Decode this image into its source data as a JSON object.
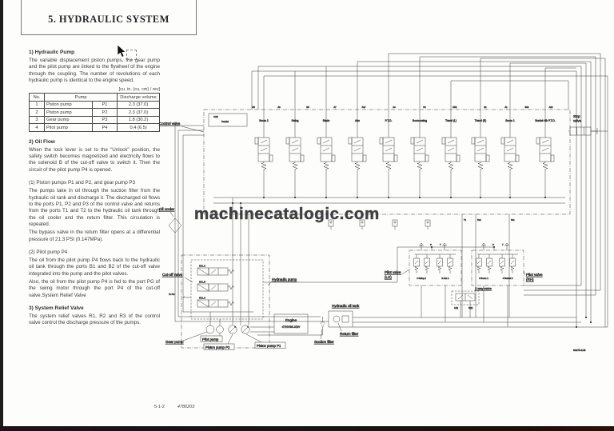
{
  "page": {
    "title": "5. HYDRAULIC SYSTEM",
    "watermark": "machinecatalogic.com",
    "footer": {
      "page_number": "5-1-2",
      "doc_number": "4780203"
    }
  },
  "hydraulic_pump_section": {
    "heading": "1) Hydraulic Pump",
    "body": "The variable displacement piston pumps, the gear pump and the pilot pump are linked to the flywheel of the engine through the coupling. The number of revolutions of each hydraulic pump is identical to the engine speed.",
    "table_caption": "[cu. in. (cu. cm) / rev]"
  },
  "pump_table": {
    "headers": {
      "no": "No.",
      "pump": "Pump",
      "discharge": "Discharge volume"
    },
    "rows": [
      {
        "no": "1",
        "name": "Piston pump",
        "code": "P1",
        "volume": "2.3 (37.0)"
      },
      {
        "no": "2",
        "name": "Piston pump",
        "code": "P2",
        "volume": "2.3 (37.0)"
      },
      {
        "no": "3",
        "name": "Gear pump",
        "code": "P3",
        "volume": "1.8 (30.2)"
      },
      {
        "no": "4",
        "name": "Pilot pump",
        "code": "P4",
        "volume": "0.4 (6.5)"
      }
    ]
  },
  "oil_flow_section": {
    "heading": "2) Oil Flow",
    "body": "When the lock lever is set to the \"Unlock\" position, the safety switch becomes magnetized and electricity flows to the solenoid B of the cut-off valve to switch it. Then the circuit of the pilot pump P4 is opened.",
    "sub1_heading": "(1) Piston pumps P1 and P2, and gear pump P3",
    "sub1_body1": "The pumps take in oil through the suction filter from the hydraulic oil tank and discharge it. The discharged oil flows to the ports P1, P2 and P3 of the control valve and returns from the ports T1 and T2 to the hydraulic oil tank through the oil cooler and the return filter. This circulation is repeated.",
    "sub1_body2": "The bypass valve in the return filter opens at a differential pressure of 21.3 PSI (0.147MPa).",
    "sub2_heading": "(2) Pilot pump P4",
    "sub2_body1": "The oil from the pilot pump P4 flows back to the hydraulic oil tank through the ports B1 and B2 of the cut-off valve integrated into the pump and the pilot valves.",
    "sub2_body2": "Also, the oil from the pilot pump P4 is fed to the port PG of the swing motor through the port P4 of the cut-off valve.System Relief Valve"
  },
  "relief_section": {
    "heading": "3) System Relief Valve",
    "body": "The system relief valves R1, R2 and R3 of the control valve control the discharge pressure of the pumps."
  },
  "diagram": {
    "labels": {
      "control_valve": "Control valve",
      "oil_cooler": "Oil cooler",
      "cut_off_valve": "Cut-off valve",
      "to_pg": "To PG",
      "sol_c": "SOL.C",
      "sol_b": "SOL.B",
      "sol_a": "SOL.A",
      "hydraulic_pump": "Hydraulic pump",
      "gear_pump": "Gear pump",
      "pilot_pump": "Pilot pump",
      "piston_pump_p2": "Piston pump P2",
      "piston_pump_p1": "Piston pump P1",
      "engine_line1": "Engine",
      "engine_line2": "4TNV98-XBV",
      "hydraulic_oil_tank": "Hydraulic oil tank",
      "return_filter": "Return filter",
      "suction_filter": "Suction filter",
      "pilot_valve": "Pilot valve",
      "lh": "(LH)",
      "rh": "(RH)",
      "two_way_valve": "2 way valve",
      "stop_line1": "Stop",
      "stop_line2": "valve",
      "port_p": "P",
      "port_t": "T",
      "drawing_code": "S3375-1HB"
    },
    "cv_sections": [
      "Boom 2",
      "Swing",
      "Blade",
      "Arm",
      "P.T.O.",
      "Boom swing",
      "Travel (L)",
      "Travel (R)",
      "Boom 1",
      "Bucket 4th P.T.O."
    ],
    "cv_inner": [
      "CHD",
      "Parallel"
    ],
    "cv_top_ports": [
      "PB",
      "A6",
      "B6",
      "A7",
      "Pa7",
      "A4",
      "P2",
      "DR1",
      "B1",
      "A1",
      "B10",
      "A10"
    ],
    "cv_bottom_ports": [
      "T1",
      "Ps2",
      "Ps1"
    ],
    "pv_lh_sections": [
      "4  Swing  2",
      "3  Arm  1"
    ],
    "pv_rh_sections": [
      "3  Boom  1",
      "4  Bucket  2"
    ],
    "two_way_ports": [
      "A(4)",
      "D(2)"
    ]
  }
}
